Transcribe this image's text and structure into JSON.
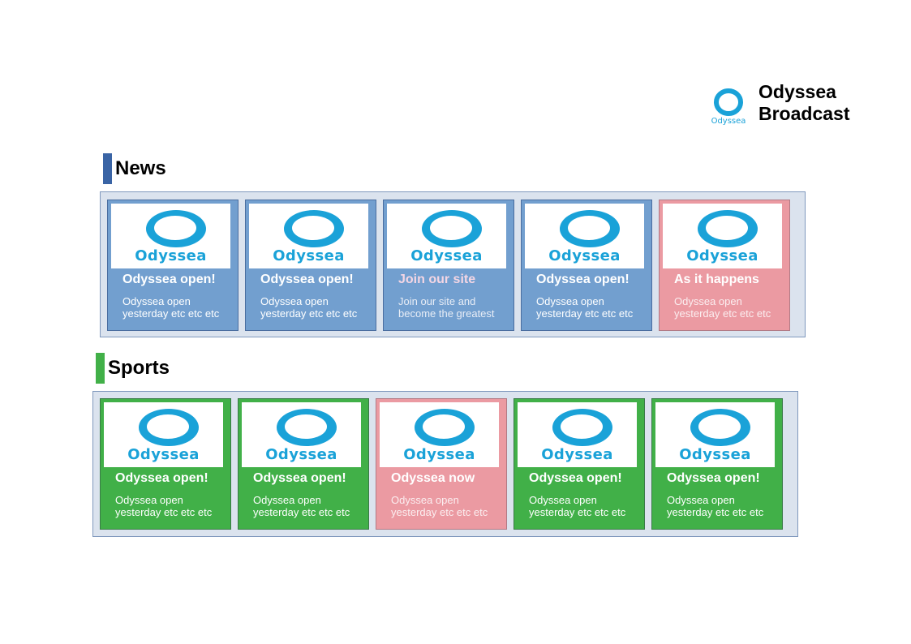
{
  "brand": {
    "logo_text": "Odyssea",
    "title_line1": "Odyssea",
    "title_line2": "Broadcast",
    "accent_color": "#1aa2d8"
  },
  "sections": [
    {
      "heading": "News",
      "bar_color": "#3a64a5",
      "cards": [
        {
          "title": "Odyssea open!",
          "body": "Odyssea open yesterday etc etc etc",
          "style": "blue",
          "image_text": "Odyssea"
        },
        {
          "title": "Odyssea open!",
          "body": "Odyssea open yesterday etc etc etc",
          "style": "blue",
          "image_text": "Odyssea"
        },
        {
          "title": "Join our site",
          "body": "Join our site and become the greatest",
          "style": "blue-faded",
          "image_text": "Odyssea"
        },
        {
          "title": "Odyssea open!",
          "body": "Odyssea open yesterday etc etc etc",
          "style": "blue",
          "image_text": "Odyssea"
        },
        {
          "title": "As it happens",
          "body": "Odyssea open yesterday etc etc etc",
          "style": "pink",
          "image_text": "Odyssea"
        }
      ]
    },
    {
      "heading": "Sports",
      "bar_color": "#41b048",
      "cards": [
        {
          "title": "Odyssea open!",
          "body": "Odyssea open yesterday etc etc etc",
          "style": "green",
          "image_text": "Odyssea"
        },
        {
          "title": "Odyssea open!",
          "body": "Odyssea open yesterday etc etc etc",
          "style": "green",
          "image_text": "Odyssea"
        },
        {
          "title": "Odyssea now",
          "body": "Odyssea open yesterday etc etc etc",
          "style": "pink",
          "image_text": "Odyssea"
        },
        {
          "title": "Odyssea open!",
          "body": "Odyssea open yesterday etc etc etc",
          "style": "green",
          "image_text": "Odyssea"
        },
        {
          "title": "Odyssea open!",
          "body": "Odyssea open yesterday etc etc etc",
          "style": "green",
          "image_text": "Odyssea"
        }
      ]
    }
  ]
}
